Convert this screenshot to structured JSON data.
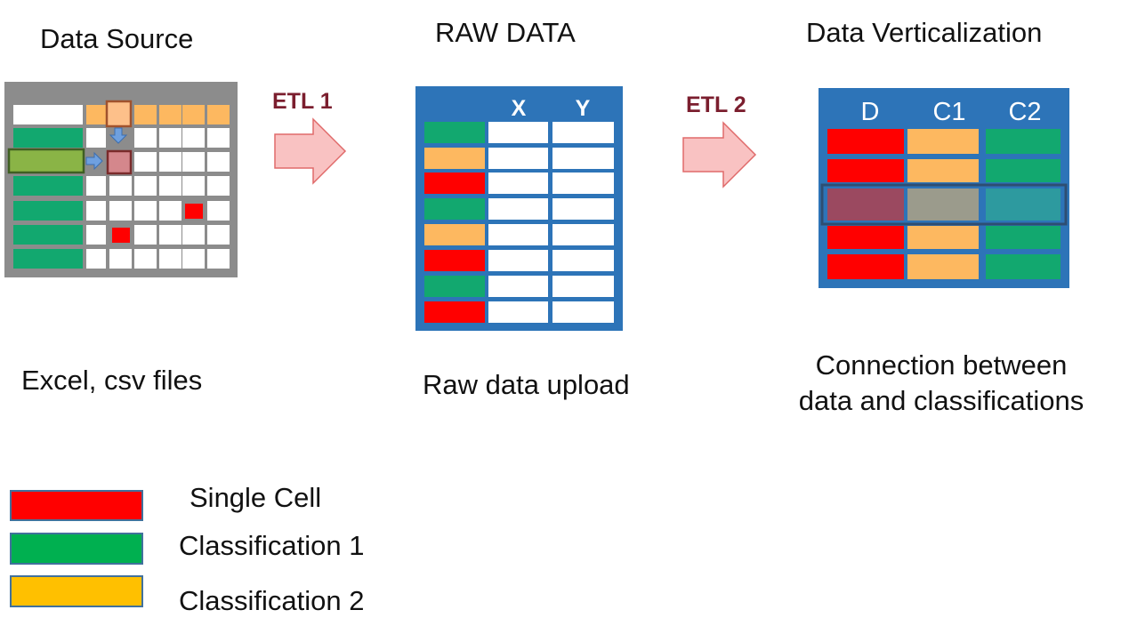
{
  "stages": {
    "source": {
      "title": "Data Source",
      "caption": "Excel, csv files"
    },
    "raw": {
      "title": "RAW DATA",
      "caption": "Raw data upload",
      "col_x": "X",
      "col_y": "Y"
    },
    "vertical": {
      "title": "Data Verticalization",
      "caption_line1": "Connection between",
      "caption_line2": "data and classifications",
      "col_d": "D",
      "col_c1": "C1",
      "col_c2": "C2"
    }
  },
  "arrows": {
    "etl1": "ETL 1",
    "etl2": "ETL 2"
  },
  "legend": [
    {
      "label": "Single Cell",
      "color": "#ff0000"
    },
    {
      "label": "Classification 1",
      "color": "#00b050"
    },
    {
      "label": "Classification 2",
      "color": "#ffc000"
    }
  ],
  "colors": {
    "red": "#ff0000",
    "green": "#12a86f",
    "orange": "#fdb860",
    "blue": "#2d74b8",
    "grey": "#8c8c8c",
    "arrow_fill": "#f9c2c2",
    "arrow_stroke": "#e06a6a"
  }
}
